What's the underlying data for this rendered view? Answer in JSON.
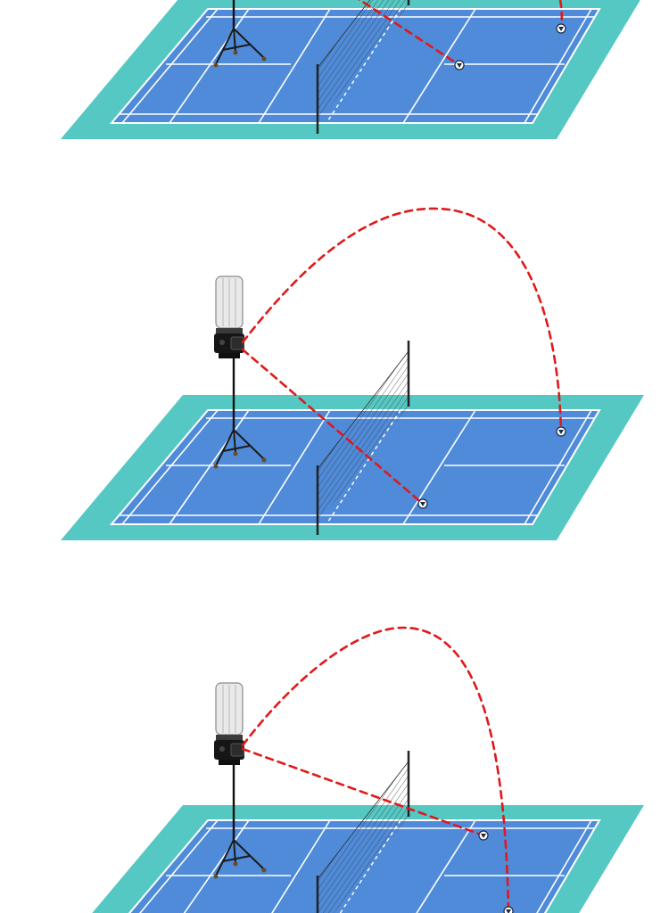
{
  "scenes": [
    {
      "label": "scene-1",
      "has_launcher_head": false,
      "targets": 2
    },
    {
      "label": "scene-2",
      "has_launcher_head": true,
      "targets": 2
    },
    {
      "label": "scene-3",
      "has_launcher_head": true,
      "targets": 2
    }
  ],
  "colors": {
    "court_outer": "#56c8c3",
    "court_inner": "#4f8bd9",
    "court_lines": "#ffffff",
    "trajectory": "#e01919",
    "equipment": "#1b1b1b"
  }
}
